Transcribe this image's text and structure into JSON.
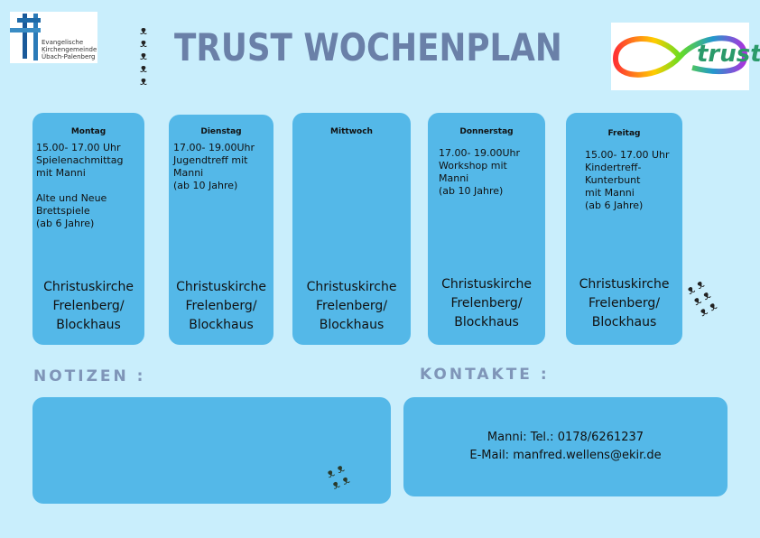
{
  "header": {
    "title": "TRUST WOCHENPLAN",
    "left_logo_text": [
      "Evangelische",
      "Kirchengemeinde",
      "Übach-Palenberg"
    ],
    "right_logo_text": "trust"
  },
  "days": [
    {
      "name": "Montag",
      "desc": "15.00- 17.00 Uhr\nSpielenachmittag\nmit Manni\n\nAlte und Neue\nBrettspiele\n(ab 6 Jahre)",
      "location": "Christuskirche\nFrelenberg/\nBlockhaus"
    },
    {
      "name": "Dienstag",
      "desc": "17.00- 19.00Uhr\nJugendtreff mit\nManni\n(ab 10 Jahre)",
      "location": "Christuskirche\nFrelenberg/\nBlockhaus"
    },
    {
      "name": "Mittwoch",
      "desc": "",
      "location": "Christuskirche\nFrelenberg/\nBlockhaus"
    },
    {
      "name": "Donnerstag",
      "desc": "17.00- 19.00Uhr\nWorkshop mit\nManni\n(ab 10 Jahre)",
      "location": "Christuskirche\nFrelenberg/\nBlockhaus"
    },
    {
      "name": "Freitag",
      "desc": "15.00- 17.00 Uhr\nKindertreff-\nKunterbunt\nmit Manni\n(ab 6 Jahre)",
      "location": "Christuskirche\nFrelenberg/\nBlockhaus"
    }
  ],
  "notes": {
    "label": "NOTIZEN :"
  },
  "contacts": {
    "label": "KONTAKTE :",
    "phone": "Manni: Tel.: 0178/6261237",
    "email": "E-Mail: manfred.wellens@ekir.de"
  },
  "colors": {
    "background": "#c9eefc",
    "card": "#54b8e8",
    "title": "#6a80a8"
  }
}
